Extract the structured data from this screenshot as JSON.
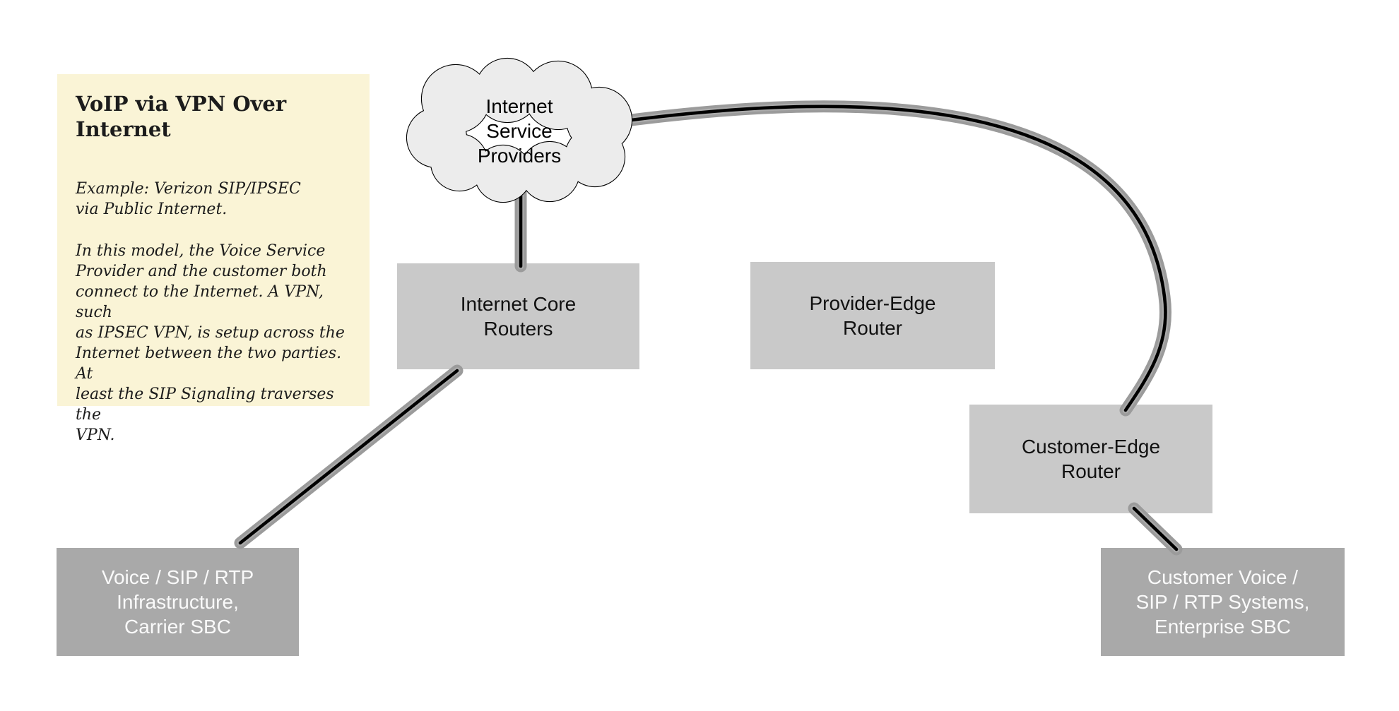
{
  "note": {
    "title_lines": [
      "VoIP via VPN Over",
      "Internet"
    ],
    "example_lines": [
      "Example: Verizon SIP/IPSEC",
      "via Public Internet."
    ],
    "description_lines": [
      "In this model, the Voice Service",
      "Provider and the customer both",
      "connect to the Internet. A VPN, such",
      "as IPSEC VPN, is setup across the",
      "Internet between the two parties. At",
      "least the SIP Signaling traverses the",
      "VPN."
    ]
  },
  "nodes": {
    "isp": {
      "shape": "cloud",
      "label_lines": [
        "Internet",
        "Service",
        "Providers"
      ]
    },
    "core": {
      "shape": "box-light",
      "label_lines": [
        "Internet Core",
        "Routers"
      ]
    },
    "pe": {
      "shape": "box-light",
      "label_lines": [
        "Provider-Edge",
        "Router"
      ]
    },
    "ce": {
      "shape": "box-light",
      "label_lines": [
        "Customer-Edge",
        "Router"
      ]
    },
    "carrier": {
      "shape": "box-dark",
      "label_lines": [
        "Voice / SIP / RTP",
        "Infrastructure,",
        "Carrier SBC"
      ]
    },
    "customer": {
      "shape": "box-dark",
      "label_lines": [
        "Customer Voice /",
        "SIP / RTP Systems,",
        "Enterprise SBC"
      ]
    }
  },
  "connections": [
    {
      "from": "isp",
      "to": "core"
    },
    {
      "from": "core",
      "to": "carrier"
    },
    {
      "from": "isp",
      "to": "ce"
    },
    {
      "from": "ce",
      "to": "customer"
    }
  ],
  "colors": {
    "background": "#ffffff",
    "note_bg": "#faf4d6",
    "note_text": "#1c1c1c",
    "node_light_bg": "#c9c9c9",
    "node_dark_bg": "#a9a9a9",
    "node_light_text": "#111111",
    "node_dark_text": "#fafafa",
    "cloud_fill": "#ececec",
    "cloud_stroke": "#000000",
    "cable_outer": "#9b9b9b",
    "cable_highlight": "#ababab",
    "cable_core": "#000000"
  }
}
